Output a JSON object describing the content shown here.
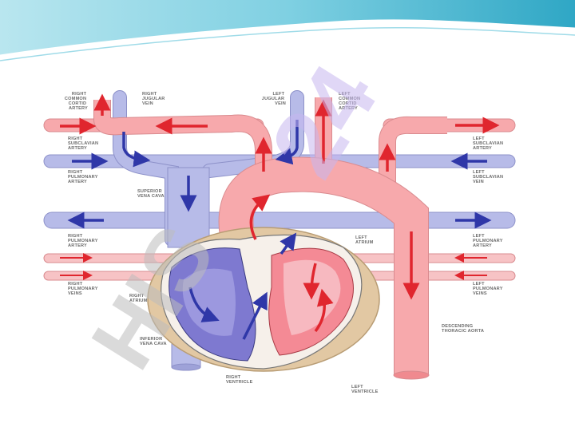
{
  "watermark": {
    "left": "HIS",
    "right": "24"
  },
  "labels": {
    "right_common_carotid": [
      "RIGHT",
      "COMMON",
      "CORTID",
      "ARTERY"
    ],
    "right_jugular": [
      "RIGHT",
      "JUGULAR",
      "VEIN"
    ],
    "left_jugular": [
      "LEFT",
      "JUGULAR",
      "VEIN"
    ],
    "left_common_carotid": [
      "LEFT",
      "COMMON",
      "CORTID",
      "ARTERY"
    ],
    "right_subclavian_artery": [
      "RIGHT",
      "SUBCLAVIAN",
      "ARTERY"
    ],
    "right_pulmonary_artery_top": [
      "RIGHT",
      "PULMONARY",
      "ARTERY"
    ],
    "superior_vena_cava": [
      "SUPERIOR",
      "VENA CAVA"
    ],
    "left_subclavian_artery": [
      "LEFT",
      "SUBCLAVIAN",
      "ARTERY"
    ],
    "left_subclavian_vein": [
      "LEFT",
      "SUBCLAVIAN",
      "VEIN"
    ],
    "right_pulmonary_artery": [
      "RIGHT",
      "PULMONARY",
      "ARTERY"
    ],
    "left_atrium": [
      "LEFT",
      "ATRIUM"
    ],
    "left_pulmonary_artery": [
      "LEFT",
      "PULMONARY",
      "ARTERY"
    ],
    "right_pulmonary_veins": [
      "RIGHT",
      "PULMONARY",
      "VEINS"
    ],
    "right_atrium": [
      "RIGHT",
      "ATRIUM"
    ],
    "left_pulmonary_veins": [
      "LEFT",
      "PULMONARY",
      "VEINS"
    ],
    "inferior_vena_cava": [
      "INFERIOR",
      "VENA CAVA"
    ],
    "descending_aorta": [
      "DESCENDING",
      "THORACIC AORTA"
    ],
    "right_ventricle": [
      "RIGHT",
      "VENTRICLE"
    ],
    "left_ventricle": [
      "LEFT",
      "VENTRICLE"
    ]
  },
  "colors": {
    "artery": "#f7a9ac",
    "artery_edge": "#d98b8f",
    "vein": "#b7bbe8",
    "vein_edge": "#8d91c9",
    "red_arrow": "#e0262e",
    "blue_arrow": "#2f37a8",
    "pericardium": "#e2c8a3",
    "header_teal": "#43b7cf"
  }
}
